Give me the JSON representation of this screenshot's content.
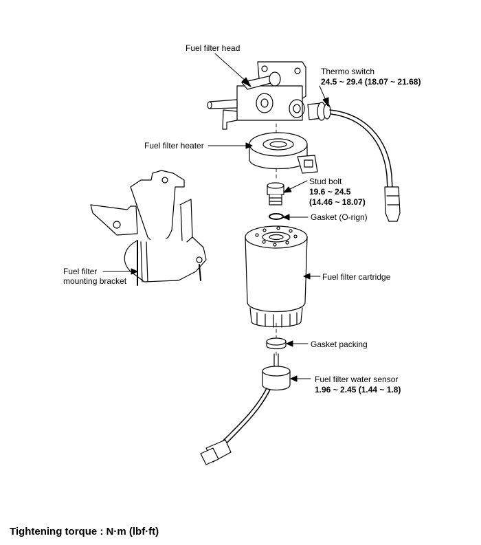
{
  "labels": {
    "fuel_filter_head": "Fuel filter head",
    "thermo_switch": "Thermo switch",
    "thermo_switch_torque": "24.5 ~ 29.4 (18.07 ~ 21.68)",
    "fuel_filter_heater": "Fuel filter heater",
    "stud_bolt": "Stud bolt",
    "stud_bolt_torque_nm": "19.6 ~ 24.5",
    "stud_bolt_torque_lbf": "(14.46 ~ 18.07)",
    "gasket_oring": "Gasket (O-rign)",
    "fuel_filter_mounting_bracket_1": "Fuel filter",
    "fuel_filter_mounting_bracket_2": "mounting bracket",
    "fuel_filter_cartridge": "Fuel filter cartridge",
    "gasket_packing": "Gasket packing",
    "water_sensor": "Fuel filter water sensor",
    "water_sensor_torque": "1.96 ~ 2.45 (1.44 ~ 1.8)"
  },
  "footer": {
    "tightening_torque": "Tightening torque : N·m (lbf·ft)"
  }
}
